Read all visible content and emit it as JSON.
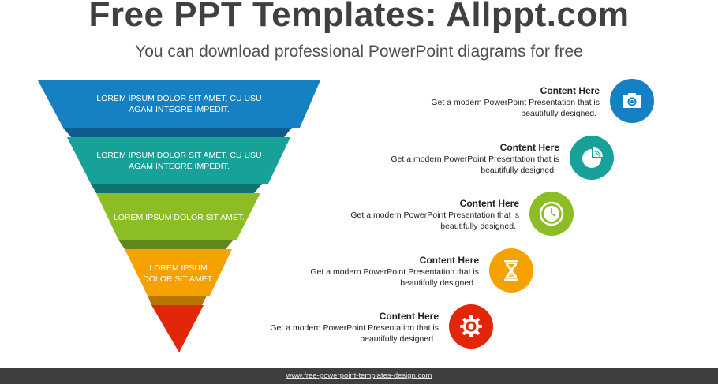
{
  "header": {
    "title": "Free PPT Templates: Allppt.com",
    "subtitle": "You can download professional PowerPoint diagrams for free"
  },
  "funnel": {
    "layers": [
      {
        "label": "LOREM IPSUM DOLOR SIT AMET, CU USU AGAM INTEGRE IMPEDIT.",
        "color": "#1580c2"
      },
      {
        "label": "LOREM IPSUM DOLOR SIT AMET, CU USU AGAM INTEGRE IMPEDIT.",
        "color": "#17a199"
      },
      {
        "label": "LOREM IPSUM DOLOR SIT AMET.",
        "color": "#8dbd25"
      },
      {
        "label": "LOREM IPSUM DOLOR SIT AMET.",
        "color": "#f5a100"
      },
      {
        "label": "",
        "color": "#e3260a"
      }
    ]
  },
  "items": [
    {
      "heading": "Content  Here",
      "line1": "Get a modern PowerPoint  Presentation that is",
      "line2": "beautifully designed.",
      "icon": "camera-icon",
      "color": "#1580c2"
    },
    {
      "heading": "Content  Here",
      "line1": "Get a modern PowerPoint  Presentation that is",
      "line2": "beautifully designed.",
      "icon": "pie-chart-icon",
      "color": "#17a199"
    },
    {
      "heading": "Content  Here",
      "line1": "Get a modern PowerPoint  Presentation that is",
      "line2": "beautifully designed.",
      "icon": "clock-icon",
      "color": "#8dbd25"
    },
    {
      "heading": "Content  Here",
      "line1": "Get a modern PowerPoint  Presentation that is",
      "line2": "beautifully designed.",
      "icon": "hourglass-icon",
      "color": "#f5a100"
    },
    {
      "heading": "Content  Here",
      "line1": "Get a modern PowerPoint  Presentation that is",
      "line2": "beautifully designed.",
      "icon": "gear-icon",
      "color": "#e3260a"
    }
  ],
  "footer": {
    "url": "www.free-powerpoint-templates-design.com"
  }
}
